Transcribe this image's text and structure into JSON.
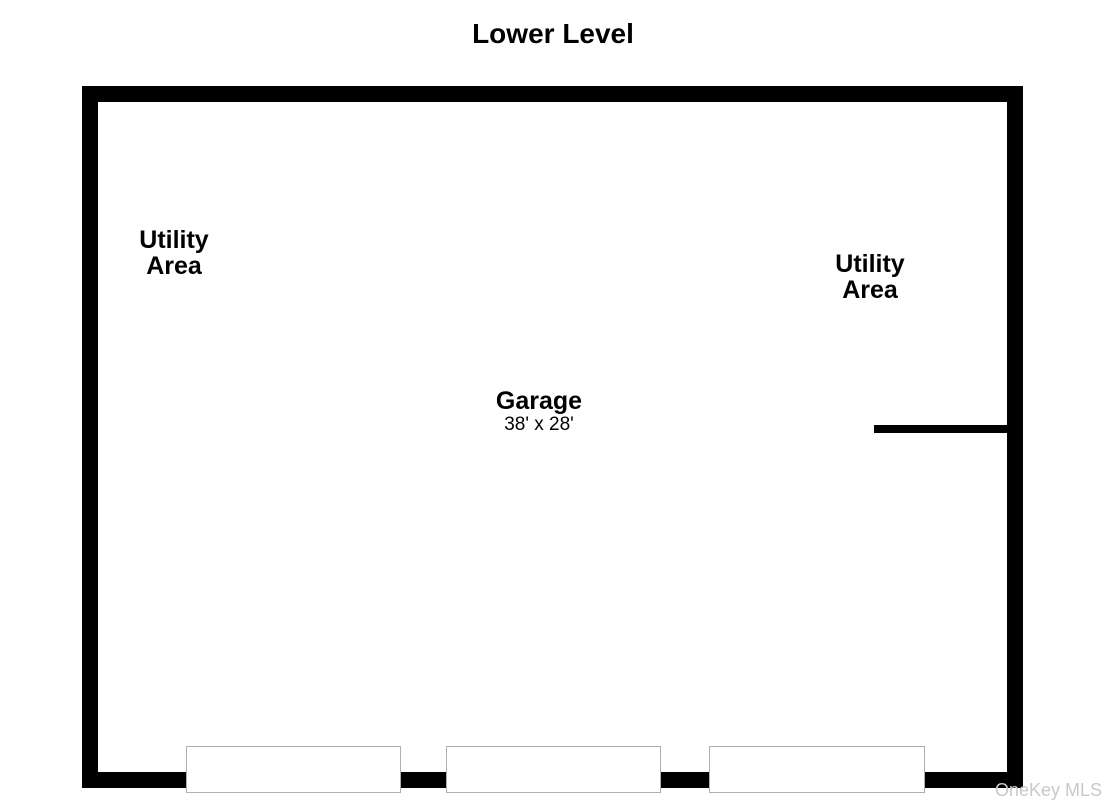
{
  "title": "Lower Level",
  "labels": {
    "utility_left": {
      "line1": "Utility",
      "line2": "Area"
    },
    "utility_right": {
      "line1": "Utility",
      "line2": "Area"
    },
    "garage": {
      "name": "Garage",
      "dimensions": "38' x 28'"
    }
  },
  "garage_door_openings": 3,
  "watermark": "OneKey MLS",
  "colors": {
    "background": "#ffffff",
    "wall": "#000000",
    "text": "#000000",
    "door_outline": "#b0b0b0",
    "watermark": "#c8c8c8"
  }
}
